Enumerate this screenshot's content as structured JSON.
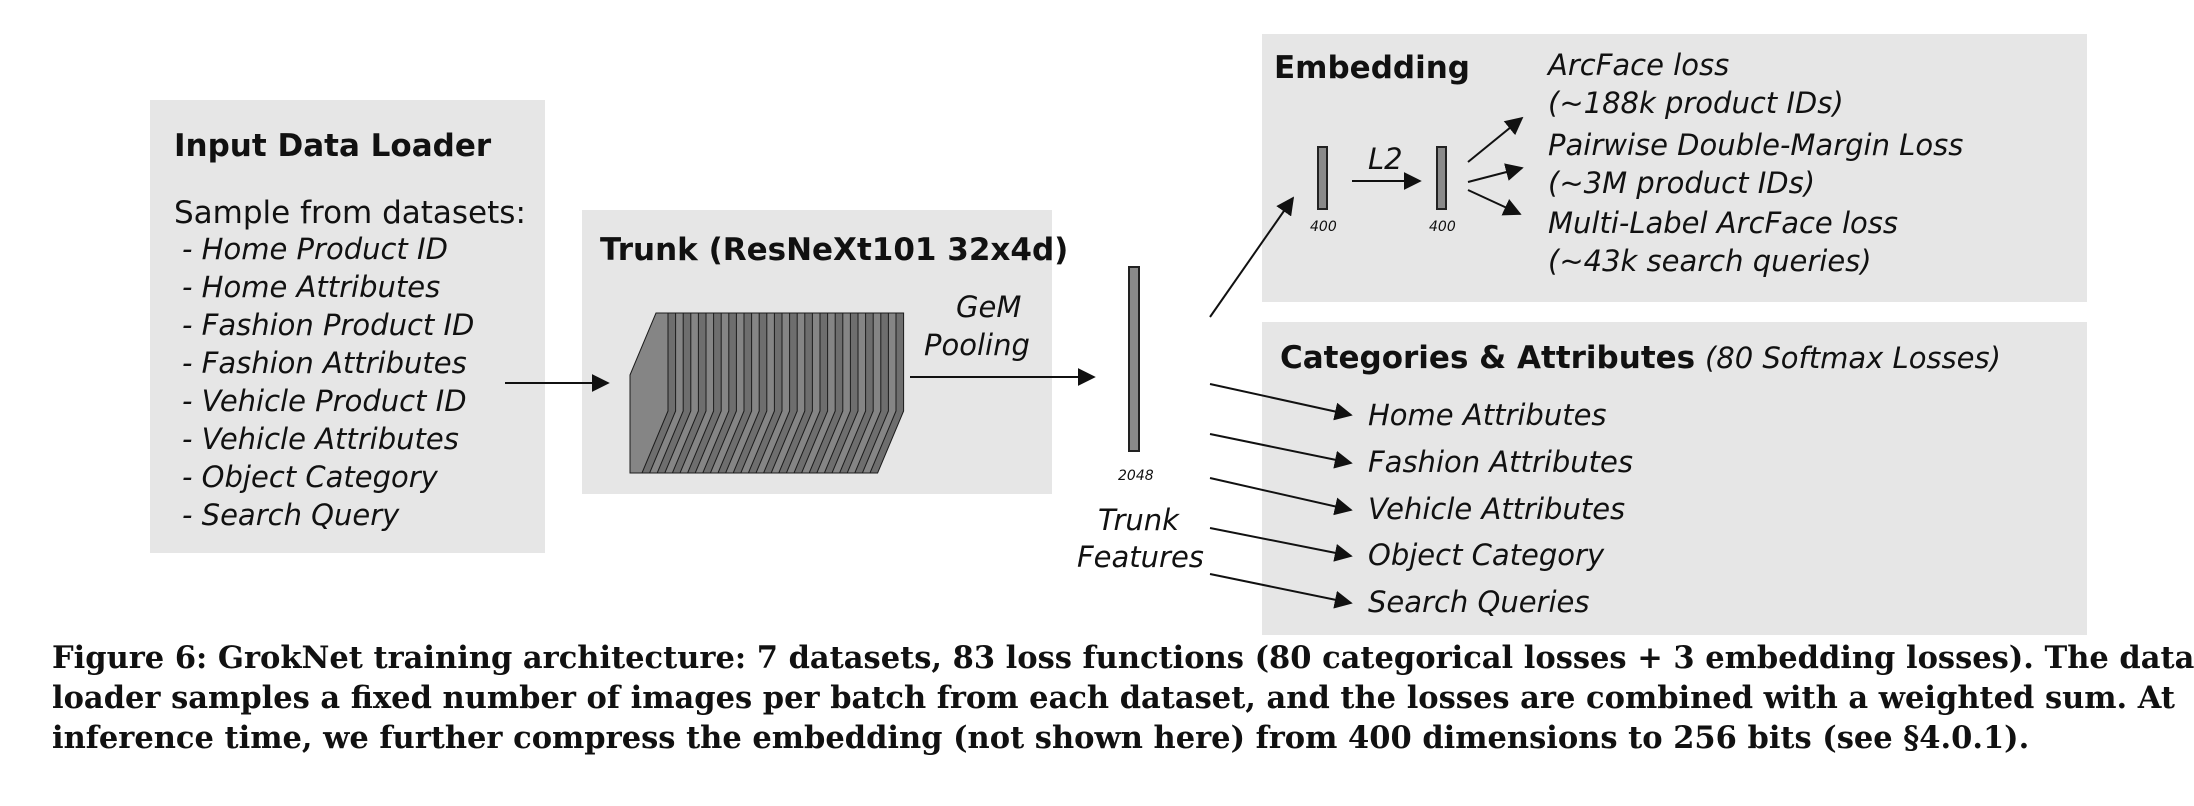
{
  "input_loader": {
    "title": "Input Data Loader",
    "intro": "Sample from datasets:",
    "items": [
      "- Home Product ID",
      "- Home Attributes",
      "- Fashion Product ID",
      "- Fashion Attributes",
      "- Vehicle Product ID",
      "- Vehicle Attributes",
      "- Object Category",
      "- Search Query"
    ]
  },
  "trunk": {
    "title": "Trunk (ResNeXt101 32x4d)",
    "pooling_line1": "GeM",
    "pooling_line2": "Pooling",
    "feature_dim": "2048",
    "features_line1": "Trunk",
    "features_line2": "Features"
  },
  "embedding": {
    "title": "Embedding",
    "dim_in": "400",
    "norm_label": "L2",
    "dim_out": "400",
    "losses": [
      "ArcFace loss",
      "(~188k product IDs)",
      "Pairwise Double-Margin Loss",
      "(~3M product IDs)",
      "Multi-Label ArcFace loss",
      "(~43k search queries)"
    ]
  },
  "categories": {
    "title": "Categories & Attributes",
    "subtitle": "(80 Softmax Losses)",
    "items": [
      "Home Attributes",
      "Fashion Attributes",
      "Vehicle Attributes",
      "Object Category",
      "Search Queries"
    ]
  },
  "caption": {
    "lines": [
      "Figure 6: GrokNet training architecture: 7 datasets, 83 loss functions (80 categorical losses + 3 embedding losses). The data",
      "loader samples a fixed number of images per batch from each dataset, and the losses are combined with a weighted sum. At",
      "inference time, we further compress the embedding (not shown here) from 400 dimensions to 256 bits (see §4.0.1)."
    ]
  },
  "colors": {
    "panel": "#e6e6e6",
    "bar": "#8a8a8a",
    "stroke": "#222222"
  }
}
